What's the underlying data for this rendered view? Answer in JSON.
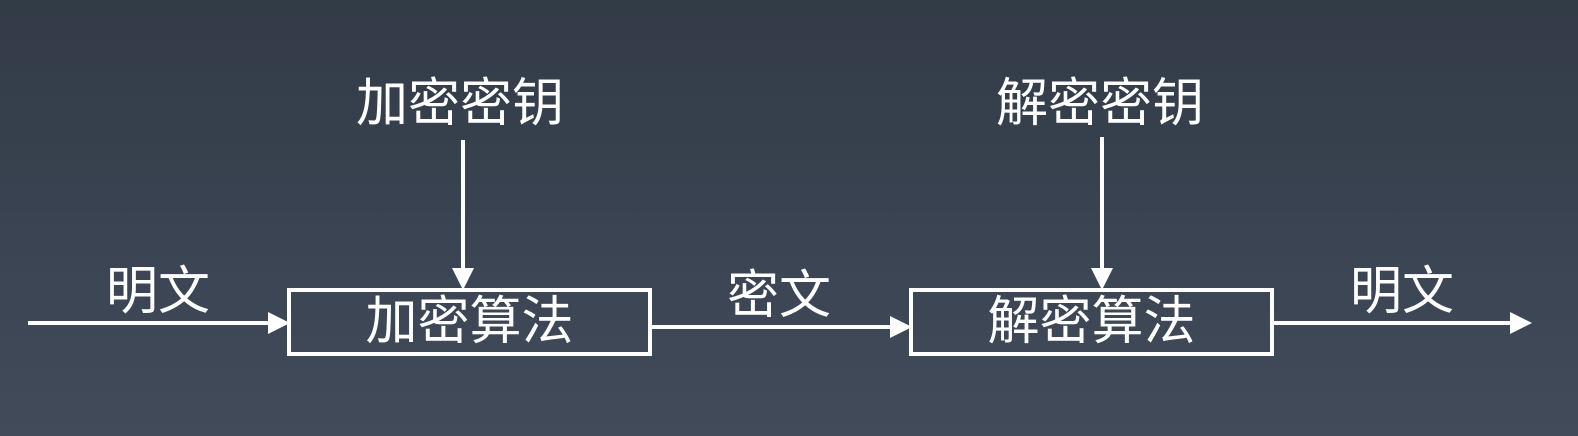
{
  "diagram": {
    "nodes": {
      "encrypt_key": "加密密钥",
      "decrypt_key": "解密密钥",
      "encrypt_algorithm": "加密算法",
      "decrypt_algorithm": "解密算法"
    },
    "edges": {
      "plaintext_in": "明文",
      "ciphertext": "密文",
      "plaintext_out": "明文"
    },
    "colors": {
      "line": "#ffffff",
      "text": "#ffffff"
    }
  }
}
